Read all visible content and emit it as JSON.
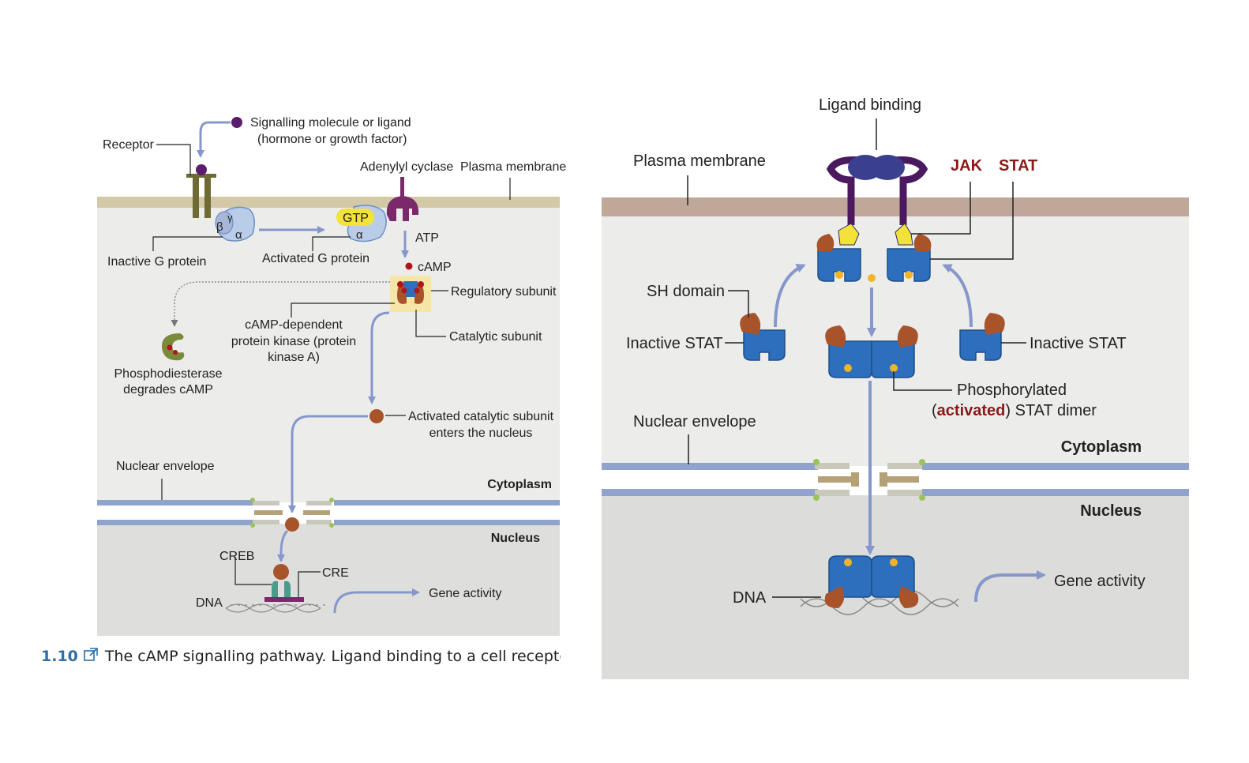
{
  "colors": {
    "cytoplasm": "#ecedea",
    "nucleus_left": "#dedfdc",
    "nucleus_right": "#dcdddb",
    "membrane_left": "#d3c9a6",
    "membrane_right": "#bfa89a",
    "envelope": "#8fa3cc",
    "arrow": "#8797cc",
    "protein_brown": "#a8532a",
    "stat_blue": "#2d6fbd",
    "jak_yellow": "#f2e23a",
    "ligand_purple": "#4b1a5e",
    "red_label": "#8a1a1a"
  },
  "left": {
    "labels": {
      "receptor": "Receptor",
      "ligand_1": "Signalling molecule or ligand",
      "ligand_2": "(hormone or growth factor)",
      "adenylyl": "Adenylyl cyclase",
      "membrane": "Plasma membrane",
      "gtp": "GTP",
      "beta": "β",
      "gamma": "γ",
      "alpha": "α",
      "alpha2": "α",
      "atp": "ATP",
      "camp": "cAMP",
      "inactive_g": "Inactive G protein",
      "activated_g": "Activated G protein",
      "regulatory": "Regulatory subunit",
      "pka_1": "cAMP-dependent",
      "pka_2": "protein kinase (protein",
      "pka_3": "kinase A)",
      "catalytic": "Catalytic subunit",
      "pde_1": "Phosphodiesterase",
      "pde_2": "degrades cAMP",
      "active_cat_1": "Activated catalytic subunit",
      "active_cat_2": "enters the nucleus",
      "nuclear_env": "Nuclear envelope",
      "cytoplasm": "Cytoplasm",
      "nucleus": "Nucleus",
      "creb": "CREB",
      "cre": "CRE",
      "dna": "DNA",
      "gene": "Gene activity"
    }
  },
  "right": {
    "labels": {
      "ligand_binding": "Ligand binding",
      "membrane": "Plasma membrane",
      "jak": "JAK",
      "stat": "STAT",
      "sh": "SH domain",
      "inactive_left": "Inactive STAT",
      "inactive_right": "Inactive STAT",
      "phos_1": "Phosphorylated",
      "phos_2_open": "(",
      "phos_2_red": "activated",
      "phos_2_close": ") STAT dimer",
      "nuclear_env": "Nuclear envelope",
      "cytoplasm": "Cytoplasm",
      "nucleus": "Nucleus",
      "dna": "DNA",
      "gene": "Gene activity"
    }
  },
  "caption": {
    "number": "1.10",
    "text": "The cAMP signalling pathway. Ligand binding to a cell receptor leads"
  }
}
